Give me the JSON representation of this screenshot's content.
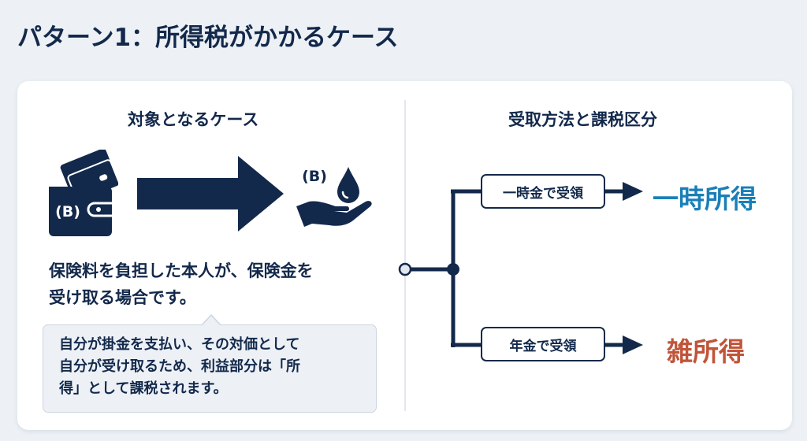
{
  "title": "パターン1：所得税がかかるケース",
  "left": {
    "heading": "対象となるケース",
    "wallet_label": "(B)",
    "hand_label": "(B)",
    "main_text_line1": "保険料を負担した本人が、保険金を",
    "main_text_line2": "受け取る場合です。",
    "callout_line1": "自分が掛金を支払い、その対価として",
    "callout_line2": "自分が受け取るため、利益部分は「所",
    "callout_line3": "得」として課税されます。",
    "icons": [
      "wallet-icon",
      "credit-card-icon",
      "arrow-right-icon",
      "hand-receiving-icon",
      "water-drop-icon"
    ]
  },
  "right": {
    "heading": "受取方法と課税区分",
    "options": [
      {
        "method": "一時金で受領",
        "result": "一時所得",
        "color": "#1a7fb8"
      },
      {
        "method": "年金で受領",
        "result": "雑所得",
        "color": "#c0553a"
      }
    ]
  },
  "colors": {
    "navy": "#13294b",
    "background": "#edf1f6",
    "card": "#ffffff",
    "blue_result": "#1a7fb8",
    "red_result": "#c0553a"
  }
}
